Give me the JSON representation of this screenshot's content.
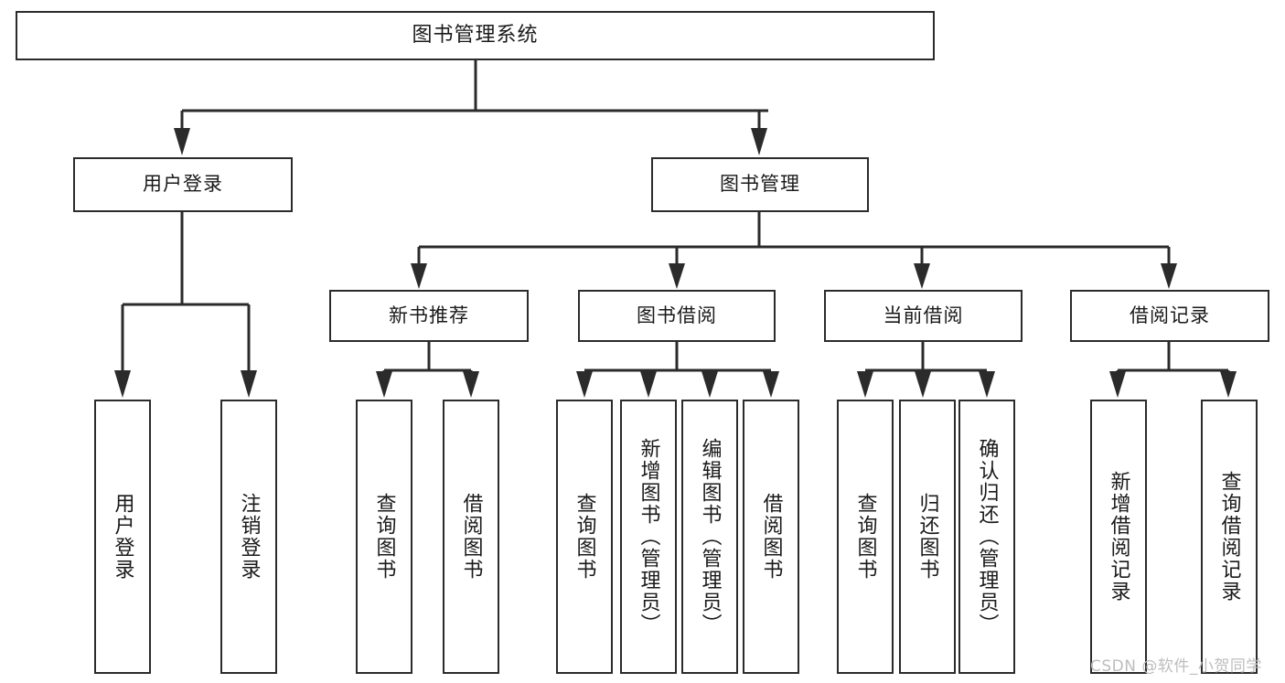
{
  "diagram": {
    "title": "图书管理系统",
    "type": "tree-hierarchy",
    "root": {
      "id": "root",
      "label": "图书管理系统"
    },
    "level1": [
      {
        "id": "user-login",
        "label": "用户登录"
      },
      {
        "id": "book-manage",
        "label": "图书管理"
      }
    ],
    "level2": [
      {
        "id": "new-book-recommend",
        "label": "新书推荐",
        "parent": "book-manage"
      },
      {
        "id": "book-borrow",
        "label": "图书借阅",
        "parent": "book-manage"
      },
      {
        "id": "current-borrow",
        "label": "当前借阅",
        "parent": "book-manage"
      },
      {
        "id": "borrow-record",
        "label": "借阅记录",
        "parent": "book-manage"
      }
    ],
    "leaves": {
      "user_login": [
        {
          "id": "leaf-user-login",
          "label": "用户登录"
        },
        {
          "id": "leaf-logout",
          "label": "注销登录"
        }
      ],
      "new_book_recommend": [
        {
          "id": "leaf-query-book-1",
          "label": "查询图书"
        },
        {
          "id": "leaf-borrow-book-1",
          "label": "借阅图书"
        }
      ],
      "book_borrow": [
        {
          "id": "leaf-query-book-2",
          "label": "查询图书"
        },
        {
          "id": "leaf-add-book",
          "label": "新增图书（管理员）"
        },
        {
          "id": "leaf-edit-book",
          "label": "编辑图书（管理员）"
        },
        {
          "id": "leaf-borrow-book-2",
          "label": "借阅图书"
        }
      ],
      "current_borrow": [
        {
          "id": "leaf-query-book-3",
          "label": "查询图书"
        },
        {
          "id": "leaf-return-book",
          "label": "归还图书"
        },
        {
          "id": "leaf-confirm-return",
          "label": "确认归还（管理员）"
        }
      ],
      "borrow_record": [
        {
          "id": "leaf-add-record",
          "label": "新增借阅记录"
        },
        {
          "id": "leaf-query-record",
          "label": "查询借阅记录"
        }
      ]
    }
  },
  "watermark": {
    "text": "CSDN @软件_小贺同学"
  },
  "colors": {
    "box_border": "#2b2b2b",
    "box_fill": "#ffffff",
    "text": "#1a1a1a",
    "link": "#2b2b2b",
    "watermark": "#bdbdbd",
    "background": "#ffffff"
  }
}
